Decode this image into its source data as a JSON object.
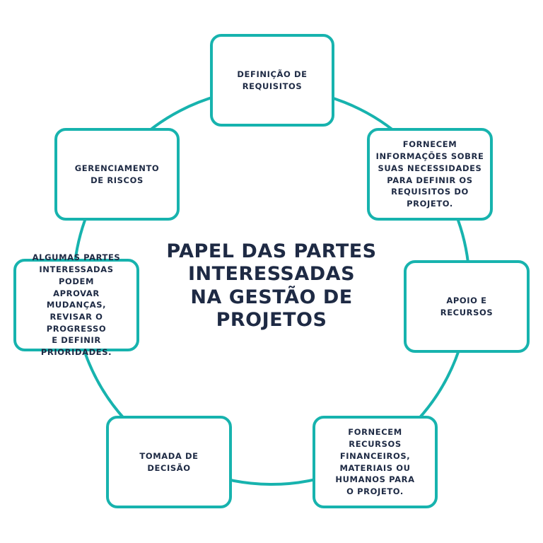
{
  "colors": {
    "accent": "#17b3ae",
    "text": "#1e2a44",
    "background": "#ffffff"
  },
  "center_title": "PAPEL DAS PARTES\nINTERESSADAS\nNA GESTÃO DE\nPROJETOS",
  "nodes": {
    "definicao_requisitos": "DEFINIÇÃO DE\nREQUISITOS",
    "fornecem_informacoes": "FORNECEM\nINFORMAÇÕES SOBRE\nSUAS NECESSIDADES\nPARA DEFINIR OS\nREQUISITOS DO\nPROJETO.",
    "apoio_recursos": "APOIO E\nRECURSOS",
    "fornecem_recursos": "FORNECEM RECURSOS\nFINANCEIROS,\nMATERIAIS OU\nHUMANOS PARA\nO PROJETO.",
    "tomada_decisao": "TOMADA DE\nDECISÃO",
    "algumas_partes": "ALGUMAS PARTES\nINTERESSADAS PODEM\nAPROVAR MUDANÇAS,\nREVISAR O PROGRESSO\nE DEFINIR\nPRIORIDADES.",
    "gerenciamento_riscos": "GERENCIAMENTO\nDE RISCOS"
  }
}
